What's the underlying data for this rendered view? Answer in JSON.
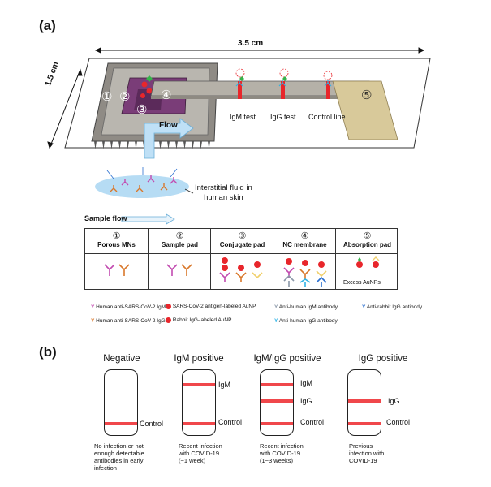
{
  "panel_a": {
    "label": "(a)",
    "dim_width": "3.5 cm",
    "dim_height": "1.5 cm",
    "zone_numbers": [
      "①",
      "②",
      "③",
      "④",
      "⑤"
    ],
    "flow_label": "Flow",
    "line_labels": [
      "IgM test",
      "IgG test",
      "Control line"
    ],
    "skin_label": "Interstitial fluid in\nhuman skin",
    "sample_flow_label": "Sample flow",
    "table": {
      "columns": [
        {
          "num": "①",
          "title": "Porous MNs"
        },
        {
          "num": "②",
          "title": "Sample pad"
        },
        {
          "num": "③",
          "title": "Conjugate pad"
        },
        {
          "num": "④",
          "title": "NC membrane"
        },
        {
          "num": "⑤",
          "title": "Absorption pad"
        }
      ],
      "excess_label": "Excess AuNPs"
    },
    "legend": [
      {
        "text": "Human anti-SARS-CoV-2 IgM",
        "icon": "y-antibody-magenta",
        "color": "#c24bb0"
      },
      {
        "text": "Human anti-SARS-CoV-2 IgG",
        "icon": "y-antibody-orange",
        "color": "#d9772a"
      },
      {
        "text": "SARS-CoV-2 antigen-labeled AuNP",
        "icon": "aunp-green-antigen",
        "color": "#e8262b"
      },
      {
        "text": "Rabbit IgG-labeled AuNP",
        "icon": "aunp-rabbit",
        "color": "#e8262b"
      },
      {
        "text": "Anti-human IgM antibody",
        "icon": "y-antibody-gray",
        "color": "#8a97a8"
      },
      {
        "text": "Anti-human IgG antibody",
        "icon": "y-antibody-cyan",
        "color": "#2fb3e6"
      },
      {
        "text": "Anti-rabbit IgG antibody",
        "icon": "y-antibody-blue",
        "color": "#2a6fd0"
      }
    ]
  },
  "panel_b": {
    "label": "(b)",
    "strips": [
      {
        "title": "Negative",
        "bands": [
          {
            "label": "Control"
          }
        ],
        "note": "No infection or not\nenough detectable\nantibodies in early\ninfection"
      },
      {
        "title": "IgM positive",
        "bands": [
          {
            "label": "IgM"
          },
          {
            "label": "Control"
          }
        ],
        "note": "Recent infection\nwith COVID-19\n(~1 week)"
      },
      {
        "title": "IgM/IgG positive",
        "bands": [
          {
            "label": "IgM"
          },
          {
            "label": "IgG"
          },
          {
            "label": "Control"
          }
        ],
        "note": "Recent infection\nwith COVID-19\n(1~3 weeks)"
      },
      {
        "title": "IgG positive",
        "bands": [
          {
            "label": "IgG"
          },
          {
            "label": "Control"
          }
        ],
        "note": "Previous\ninfection with\nCOVID-19"
      }
    ]
  },
  "colors": {
    "band": "#f0474b",
    "strip_gray": "#b5b1a8",
    "absorption": "#d8c99a",
    "skin": "#a9d6f2",
    "flow_arrow": "#bfe0f6"
  }
}
